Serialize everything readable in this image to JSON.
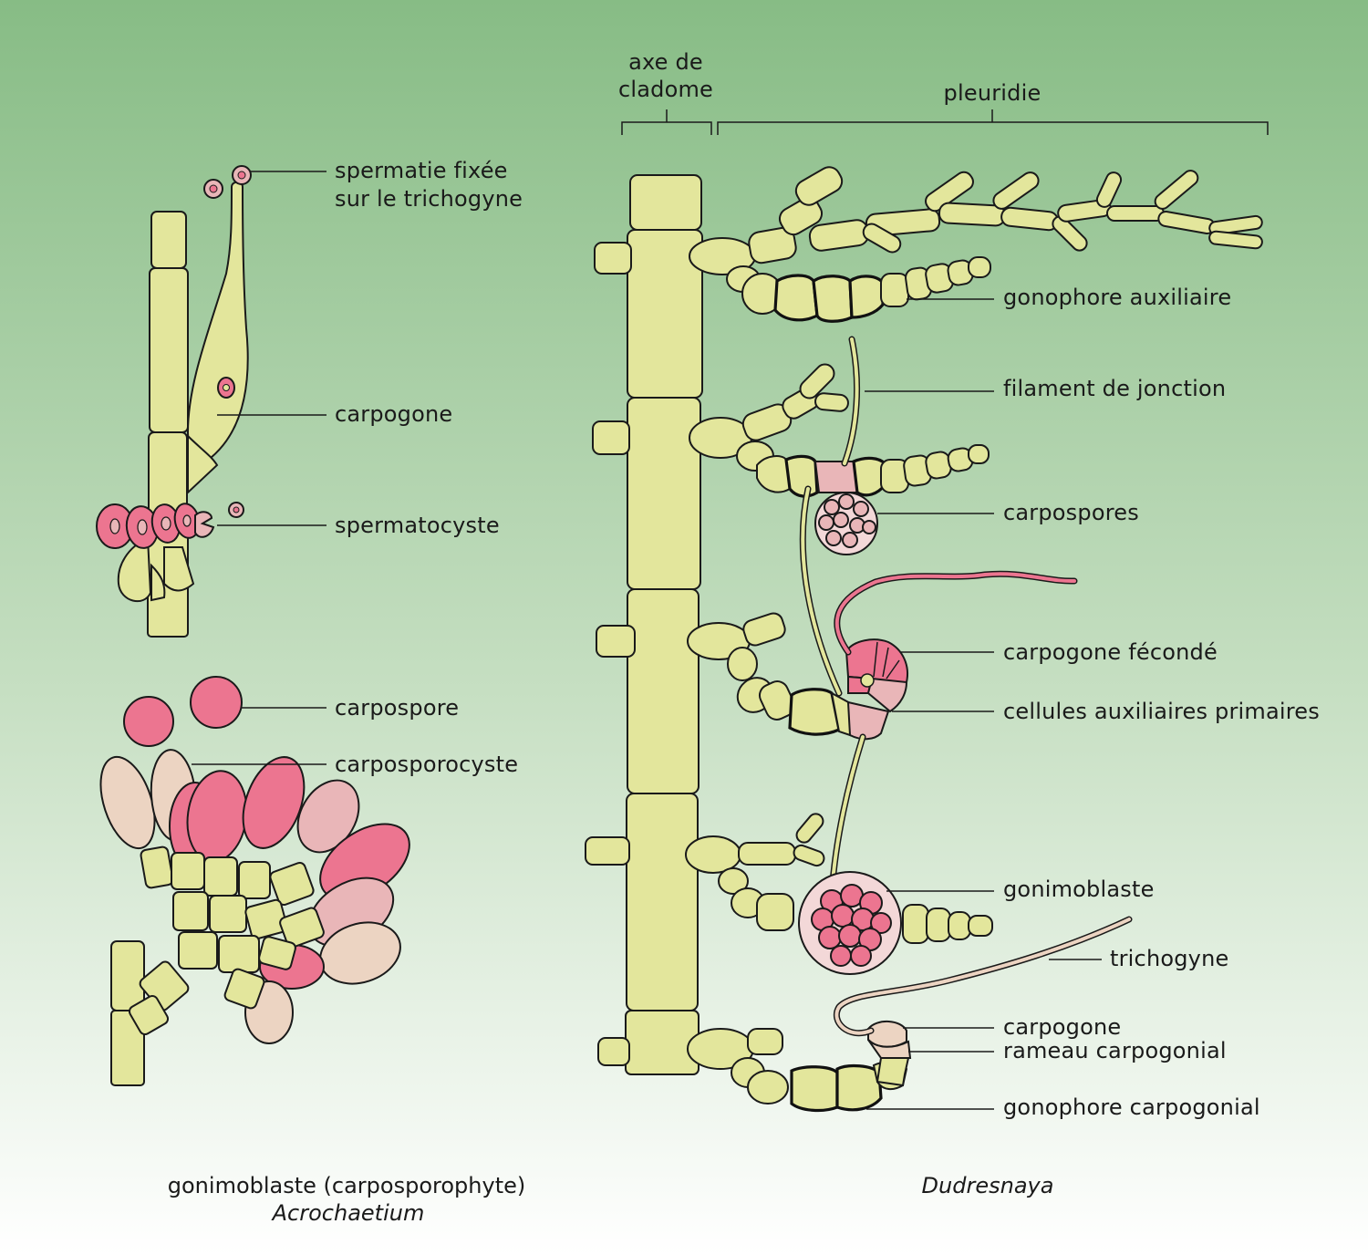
{
  "colors": {
    "background_top": "#87bc85",
    "background_bottom": "#ffffff",
    "cell": "#e3e69c",
    "pink": "#ec7590",
    "pale_pink": "#e9b6b8",
    "tan": "#ecd4c2"
  },
  "header": {
    "axe_line1": "axe de",
    "axe_line2": "cladome",
    "pleuridie": "pleuridie"
  },
  "left_labels": {
    "spermatie_line1": "spermatie fixée",
    "spermatie_line2": "sur le trichogyne",
    "carpogone": "carpogone",
    "spermatocyste": "spermatocyste",
    "carpospore": "carpospore",
    "carposporocyste": "carposporocyste"
  },
  "right_labels": {
    "gonophore_auxiliaire": "gonophore auxiliaire",
    "filament_jonction": "filament de jonction",
    "carpospores": "carpospores",
    "carpogone_feconde": "carpogone fécondé",
    "cellules_auxiliaires": "cellules auxiliaires primaires",
    "gonimoblaste": "gonimoblaste",
    "trichogyne": "trichogyne",
    "carpogone": "carpogone",
    "rameau_carpogonial": "rameau carpogonial",
    "gonophore_carpogonial": "gonophore carpogonial"
  },
  "captions": {
    "left_line1": "gonimoblaste (carposporophyte)",
    "left_line2": "Acrochaetium",
    "right": "Dudresnaya"
  }
}
